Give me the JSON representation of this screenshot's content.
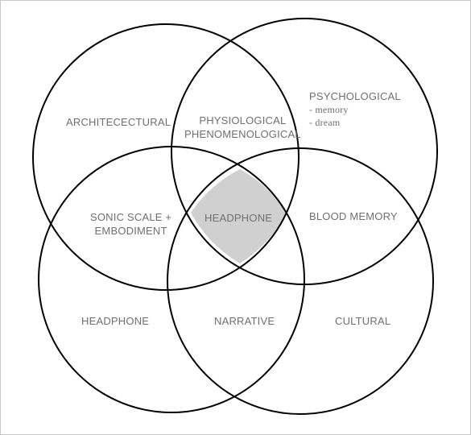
{
  "diagram": {
    "colors": {
      "stroke": "#000000",
      "highlight_fill": "#d0d0d0",
      "text": "#6f6f6f",
      "frame": "#c8c8c8"
    },
    "labels": {
      "architectural": "ARCHITECECTURAL",
      "physiological": [
        "PHYSIOLOGICAL",
        "PHENOMENOLOGICAL"
      ],
      "psychological": "PSYCHOLOGICAL",
      "psychological_items": [
        "- memory",
        "- dream"
      ],
      "sonic_scale": [
        "SONIC SCALE +",
        "EMBODIMENT"
      ],
      "center": "HEADPHONE",
      "blood_memory": "BLOOD MEMORY",
      "headphone_bottom_left": "HEADPHONE",
      "narrative": "NARRATIVE",
      "cultural": "CULTURAL"
    }
  }
}
